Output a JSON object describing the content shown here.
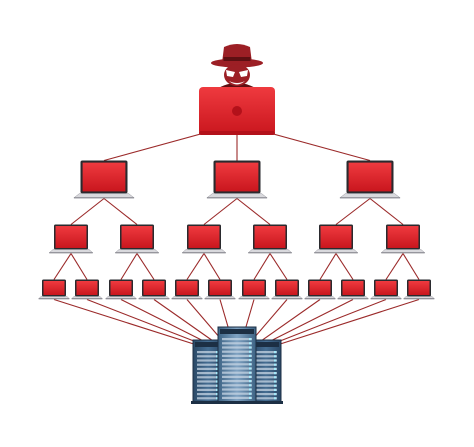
{
  "colors": {
    "background": "#ffffff",
    "connector": "#9b2a2a",
    "screen": "#e0222b",
    "screen_dark": "#b3111a",
    "bezel": "#2a2a2e",
    "keyboard": "#d9d9dd",
    "hacker": "#9c1f25",
    "hacker_dark": "#5e0f12",
    "server_blue": "#2f4e6e",
    "server_dark": "#1c2f44",
    "server_light": "#6d8fb0"
  },
  "icons": {
    "attacker": "hacker-icon",
    "attacker_device": "laptop-icon",
    "node": "laptop-icon",
    "target": "server-rack-icon"
  },
  "network": {
    "tier_sizes": [
      3,
      6,
      12
    ],
    "children_per_node": 2,
    "target_count": 1
  }
}
